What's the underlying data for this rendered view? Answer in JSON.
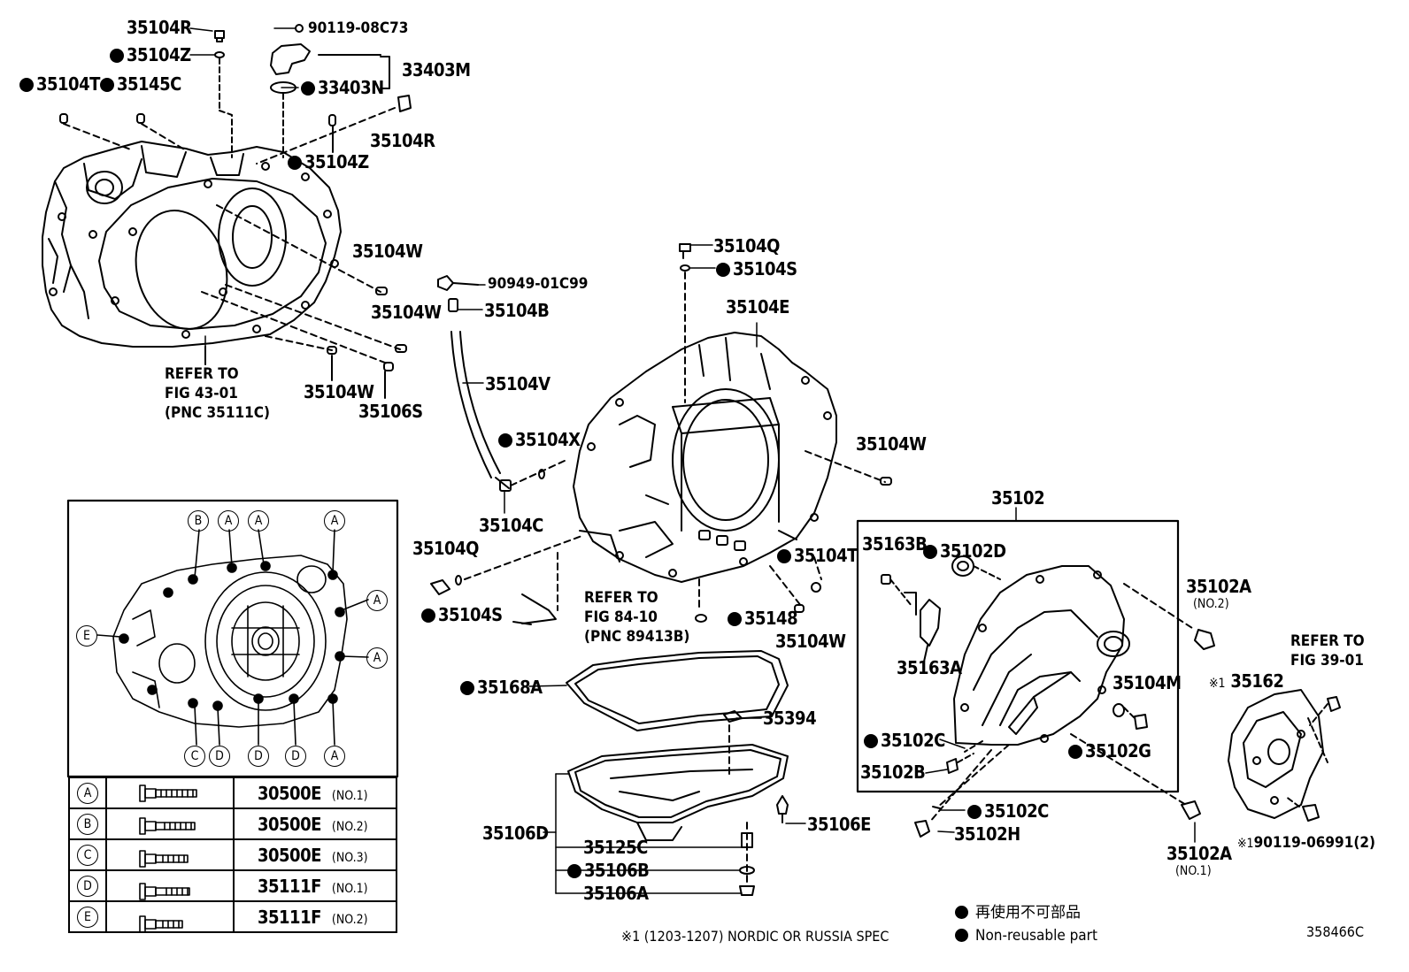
{
  "parts": {
    "p35104R_top": "35104R",
    "p90119_08C73": "90119-08C73",
    "p35104Z_top": "35104Z",
    "p33403M": "33403M",
    "p35104T": "35104T",
    "p35145C": "35145C",
    "p33403N": "33403N",
    "p35104R_mid": "35104R",
    "p35104Z_mid": "35104Z",
    "p35104W_1": "35104W",
    "p35104W_2": "35104W",
    "p35104W_3": "35104W",
    "p35106S": "35106S",
    "p90949_01C99": "90949-01C99",
    "p35104B": "35104B",
    "p35104V": "35104V",
    "p35104X": "35104X",
    "p35104C": "35104C",
    "p35104Q_top": "35104Q",
    "p35104S_top": "35104S",
    "p35104E": "35104E",
    "p35104W_4": "35104W",
    "p35104Q_left": "35104Q",
    "p35104S_left": "35104S",
    "p35104T_right": "35104T",
    "p35148": "35148",
    "p35104W_5": "35104W",
    "p35168A": "35168A",
    "p35394": "35394",
    "p35106D": "35106D",
    "p35125C": "35125C",
    "p35106B": "35106B",
    "p35106A": "35106A",
    "p35106E": "35106E",
    "p35102": "35102",
    "p35163B": "35163B",
    "p35102D": "35102D",
    "p35163A": "35163A",
    "p35104M": "35104M",
    "p35102C_1": "35102C",
    "p35102G": "35102G",
    "p35102B": "35102B",
    "p35102C_2": "35102C",
    "p35102H": "35102H",
    "p35102A_no2": "35102A",
    "p35102A_no2_sub": "(NO.2)",
    "p35102A_no1": "35102A",
    "p35102A_no1_sub": "(NO.1)",
    "p35162": "35162",
    "p35162_mark": "※1",
    "p90119_06991": "90119-06991(2)",
    "p90119_06991_mark": "※1"
  },
  "refs": {
    "fig43_l1": "REFER TO",
    "fig43_l2": "FIG 43-01",
    "fig43_l3": "(PNC 35111C)",
    "fig84_l1": "REFER TO",
    "fig84_l2": "FIG 84-10",
    "fig84_l3": "(PNC 89413B)",
    "fig39_l1": "REFER TO",
    "fig39_l2": "FIG 39-01"
  },
  "inset_letters": {
    "top": [
      "B",
      "A",
      "A",
      "A"
    ],
    "right": [
      "A",
      "A"
    ],
    "left": [
      "E"
    ],
    "bottom": [
      "C",
      "D",
      "D",
      "D",
      "A"
    ]
  },
  "bolt_table": [
    {
      "letter": "A",
      "part": "30500E",
      "no": "(NO.1)"
    },
    {
      "letter": "B",
      "part": "30500E",
      "no": "(NO.2)"
    },
    {
      "letter": "C",
      "part": "30500E",
      "no": "(NO.3)"
    },
    {
      "letter": "D",
      "part": "35111F",
      "no": "(NO.1)"
    },
    {
      "letter": "E",
      "part": "35111F",
      "no": "(NO.2)"
    }
  ],
  "legend": {
    "jp": "再使用不可部品",
    "en": "Non-reusable part"
  },
  "footnote": "※1 (1203-1207) NORDIC OR RUSSIA SPEC",
  "diagram_code": "358466C"
}
